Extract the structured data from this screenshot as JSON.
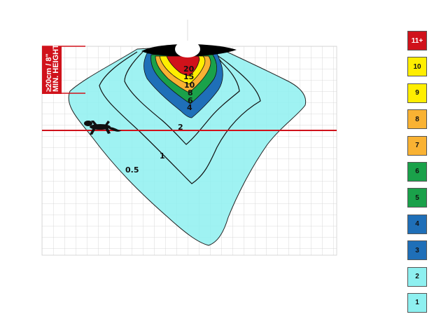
{
  "min_height": {
    "line1": "≥20cm / 8\"",
    "line2": "MIN. HEIGHT"
  },
  "contour_labels": [
    "20",
    "15",
    "10",
    "8",
    "6",
    "4",
    "2",
    "1",
    "0.5"
  ],
  "legend": [
    {
      "label": "11+",
      "color": "#d0121b",
      "text_color": "#ffffff"
    },
    {
      "label": "10",
      "color": "#ffee00",
      "text_color": "#111111"
    },
    {
      "label": "9",
      "color": "#ffee00",
      "text_color": "#111111"
    },
    {
      "label": "8",
      "color": "#f9b233",
      "text_color": "#111111"
    },
    {
      "label": "7",
      "color": "#f9b233",
      "text_color": "#111111"
    },
    {
      "label": "6",
      "color": "#1aa14a",
      "text_color": "#111111"
    },
    {
      "label": "5",
      "color": "#1aa14a",
      "text_color": "#111111"
    },
    {
      "label": "4",
      "color": "#1f6fb8",
      "text_color": "#111111"
    },
    {
      "label": "3",
      "color": "#1f6fb8",
      "text_color": "#111111"
    },
    {
      "label": "2",
      "color": "#8ef0f0",
      "text_color": "#111111"
    },
    {
      "label": "1",
      "color": "#8ef0f0",
      "text_color": "#111111"
    }
  ],
  "colors": {
    "cyan_zone": "#8ef0f0",
    "blue_zone": "#1f6fb8",
    "green_zone": "#1aa14a",
    "orange_zone": "#f9b233",
    "yellow_zone": "#ffee00",
    "red_zone": "#d0121b",
    "height_line": "#d0121b",
    "grid": "#cfcfcf"
  },
  "icons": {
    "lamp": "lamp-icon",
    "animal": "gecko-icon"
  }
}
